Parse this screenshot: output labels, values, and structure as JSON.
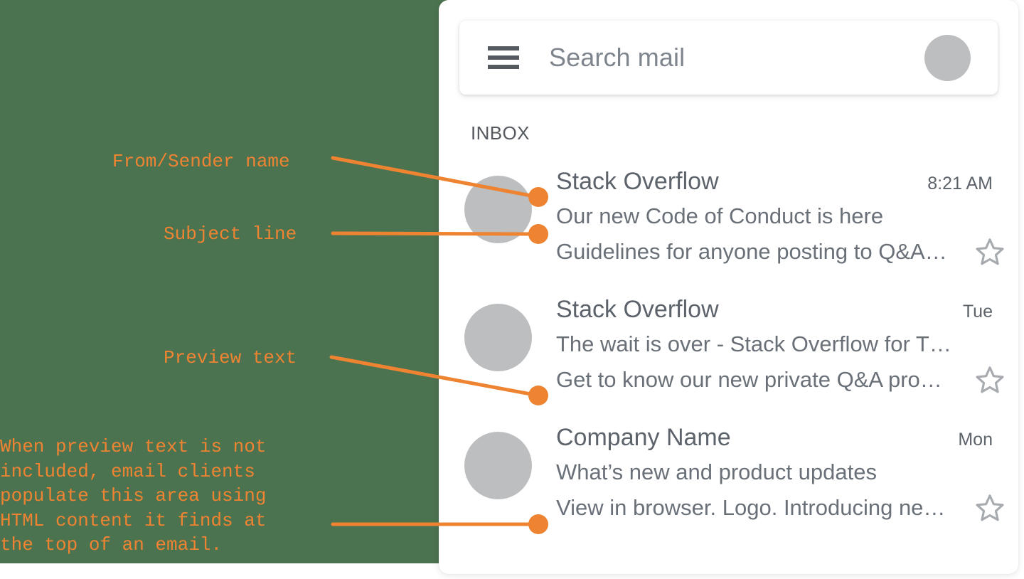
{
  "theme": {
    "backdrop_green": "#4C7350",
    "accent_orange": "#EE8432",
    "panel_white": "#FFFFFF",
    "avatar_gray": "#BCBEC0",
    "text_gray": "#5D636B"
  },
  "mail_app": {
    "search": {
      "placeholder": "Search mail",
      "menu_icon": "hamburger-menu-icon",
      "avatar_icon": "account-avatar"
    },
    "folder_label": "INBOX",
    "emails": [
      {
        "sender": "Stack Overflow",
        "time": "8:21 AM",
        "subject": "Our new Code of Conduct is here",
        "preview": "Guidelines for anyone posting to Q&A…",
        "star_icon": "star-outline-icon"
      },
      {
        "sender": "Stack Overflow",
        "time": "Tue",
        "subject": "The wait is over - Stack Overflow for T…",
        "preview": "Get to know our new private Q&A pro…",
        "star_icon": "star-outline-icon"
      },
      {
        "sender": "Company Name",
        "time": "Mon",
        "subject": "What’s new and product updates",
        "preview": "View in browser. Logo. Introducing ne…",
        "star_icon": "star-outline-icon"
      }
    ]
  },
  "annotations": [
    {
      "id": "from-sender-name",
      "text": "From/Sender name"
    },
    {
      "id": "subject-line",
      "text": "Subject line"
    },
    {
      "id": "preview-text",
      "text": "Preview text"
    },
    {
      "id": "preview-text-note",
      "text": "When preview text is not\nincluded, email clients\npopulate this area using\nHTML content it finds at\nthe top of an email."
    }
  ]
}
